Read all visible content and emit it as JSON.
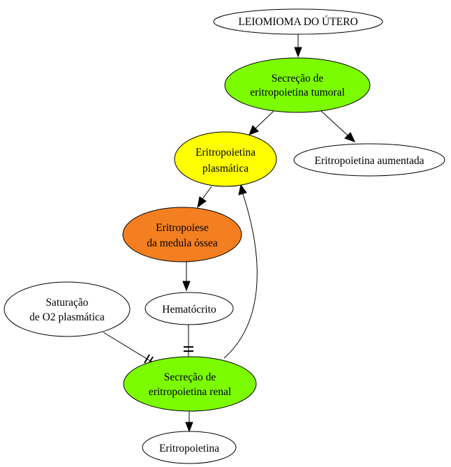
{
  "diagram": {
    "colors": {
      "green": "#7cfc00",
      "yellow": "#ffff00",
      "orange": "#f47f20",
      "white": "#ffffff",
      "stroke": "#000000"
    },
    "nodes": {
      "leiomioma": {
        "lines": [
          "LEIOMIOMA DO ÚTERO"
        ]
      },
      "secrecao_tumoral": {
        "lines": [
          "Secreção de",
          "eritropoietina tumoral"
        ]
      },
      "epo_plasmatica": {
        "lines": [
          "Eritropoietina",
          "plasmática"
        ]
      },
      "epo_aumentada": {
        "lines": [
          "Eritropoietina aumentada"
        ]
      },
      "eritropoiese": {
        "lines": [
          "Eritropoiese",
          "da medula óssea"
        ]
      },
      "saturacao": {
        "lines": [
          "Saturação",
          "de O2 plasmática"
        ]
      },
      "hematocrito": {
        "lines": [
          "Hematócrito"
        ]
      },
      "secrecao_renal": {
        "lines": [
          "Secreção de",
          "eritropoietina renal"
        ]
      },
      "eritropoietina": {
        "lines": [
          "Eritropoietina"
        ]
      }
    }
  }
}
